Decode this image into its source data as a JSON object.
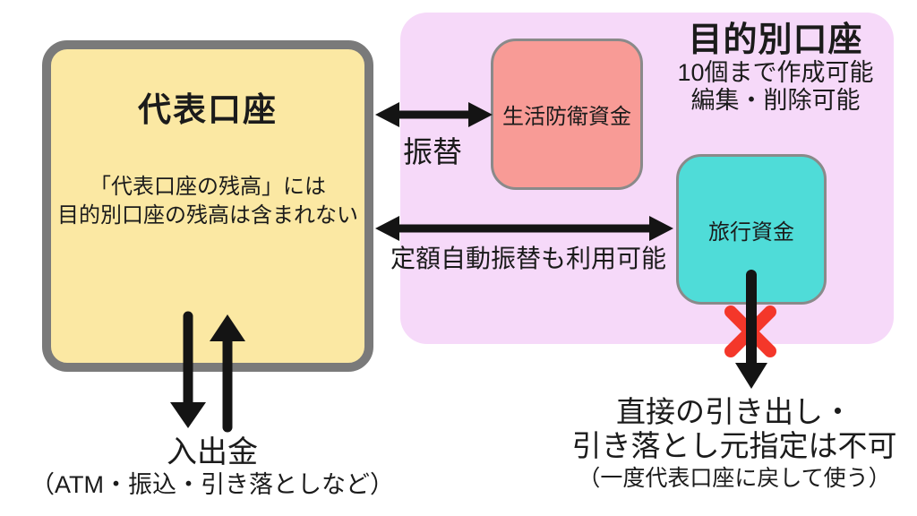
{
  "representative_account": {
    "title": "代表口座",
    "note_line1": "「代表口座の残高」には",
    "note_line2": "目的別口座の残高は含まれない"
  },
  "purpose_accounts": {
    "title": "目的別口座",
    "subtitle_line1": "10個まで作成可能",
    "subtitle_line2": "編集・削除可能",
    "sub_accounts": [
      {
        "label": "生活防衛資金",
        "color": "#f89b96"
      },
      {
        "label": "旅行資金",
        "color": "#4fdcd8"
      }
    ]
  },
  "transfer_label": "振替",
  "auto_transfer_label": "定額自動振替も利用可能",
  "deposit_withdraw": {
    "label": "入出金",
    "sublabel": "（ATM・振込・引き落としなど）"
  },
  "restriction": {
    "line1": "直接の引き出し・",
    "line2": "引き落とし元指定は不可",
    "line3": "（一度代表口座に戻して使う）"
  },
  "icons": {
    "prohibited_x": "red-x-icon",
    "transfer_arrows": "double-headed-arrow",
    "flow_arrows": "up-down-arrows"
  },
  "colors": {
    "representative_fill": "#fbe8a3",
    "representative_border": "#7a7a7a",
    "purpose_panel_fill": "#f6d9f9",
    "emergency_fund_fill": "#f89b96",
    "travel_fund_fill": "#4fdcd8",
    "sub_box_border": "#8a8a8a",
    "arrow_black": "#141414",
    "prohibit_red": "#f4372a",
    "background": "#ffffff"
  }
}
